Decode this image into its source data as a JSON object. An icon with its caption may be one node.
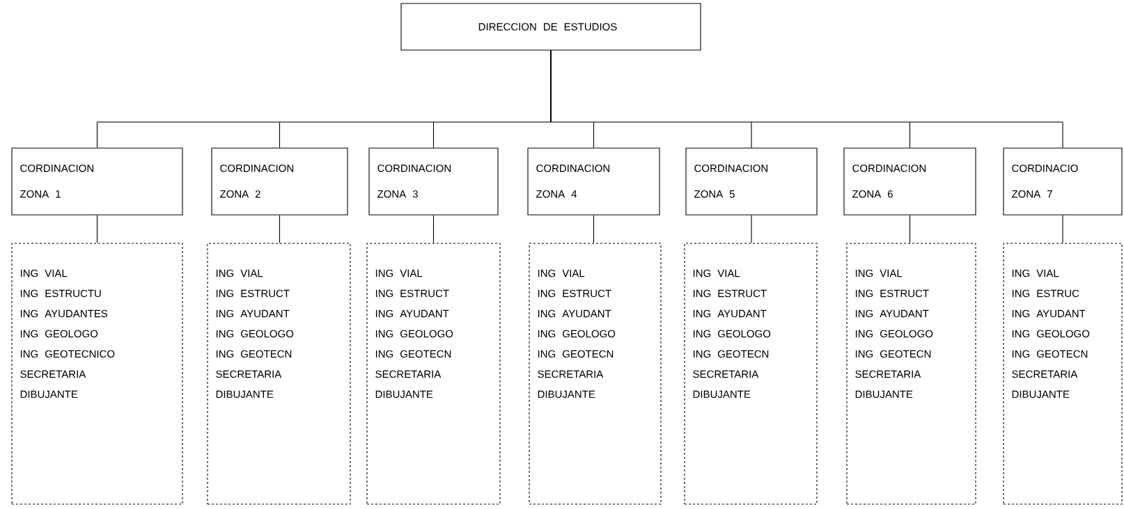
{
  "diagram": {
    "nodes": [
      {
        "text": [
          "DIRECCION DE ESTUDIOS"
        ]
      },
      {
        "text": [
          "CORDINACION",
          "ZONA 1"
        ]
      },
      {
        "text": [
          "CORDINACION",
          "ZONA 2"
        ]
      },
      {
        "text": [
          "CORDINACION",
          "ZONA 3"
        ]
      },
      {
        "text": [
          "CORDINACION",
          "ZONA 4"
        ]
      },
      {
        "text": [
          "CORDINACION",
          "ZONA 5"
        ]
      },
      {
        "text": [
          "CORDINACION",
          "ZONA 6"
        ]
      },
      {
        "text": [
          "CORDINACIO",
          "ZONA 7"
        ]
      },
      {
        "text": [
          "ING VIAL",
          "ING ESTRUCTU",
          "ING AYUDANTES",
          "ING GEOLOGO",
          "ING GEOTECNICO",
          "SECRETARIA",
          "DIBUJANTE"
        ]
      },
      {
        "text": [
          "ING VIAL",
          "ING ESTRUCT",
          "ING AYUDANT",
          "ING GEOLOGO",
          "ING GEOTECN",
          "SECRETARIA",
          "DIBUJANTE"
        ]
      },
      {
        "text": [
          "ING VIAL",
          "ING ESTRUCT",
          "ING AYUDANT",
          "ING GEOLOGO",
          "ING GEOTECN",
          "SECRETARIA",
          "DIBUJANTE"
        ]
      },
      {
        "text": [
          "ING VIAL",
          "ING ESTRUCT",
          "ING AYUDANT",
          "ING GEOLOGO",
          "ING GEOTECN",
          "SECRETARIA",
          "DIBUJANTE"
        ]
      },
      {
        "text": [
          "ING VIAL",
          "ING ESTRUCT",
          "ING AYUDANT",
          "ING GEOLOGO",
          "ING GEOTECN",
          "SECRETARIA",
          "DIBUJANTE"
        ]
      },
      {
        "text": [
          "ING VIAL",
          "ING ESTRUCT",
          "ING AYUDANT",
          "ING GEOLOGO",
          "ING GEOTECN",
          "SECRETARIA",
          "DIBUJANTE"
        ]
      },
      {
        "text": [
          "ING VIAL",
          "ING ESTRUC",
          "ING AYUDANT",
          "ING GEOLOGO",
          "ING GEOTECN",
          "SECRETARIA",
          "DIBUJANTE"
        ]
      }
    ],
    "edges": [
      {
        "from": 0,
        "to": 1,
        "arrow": "none"
      },
      {
        "from": 0,
        "to": 2,
        "arrow": "none"
      },
      {
        "from": 0,
        "to": 3,
        "arrow": "none"
      },
      {
        "from": 0,
        "to": 4,
        "arrow": "none"
      },
      {
        "from": 0,
        "to": 5,
        "arrow": "none"
      },
      {
        "from": 0,
        "to": 6,
        "arrow": "none"
      },
      {
        "from": 0,
        "to": 7,
        "arrow": "none"
      },
      {
        "from": 1,
        "to": 8,
        "arrow": "none"
      },
      {
        "from": 2,
        "to": 9,
        "arrow": "none"
      },
      {
        "from": 3,
        "to": 10,
        "arrow": "none"
      },
      {
        "from": 4,
        "to": 11,
        "arrow": "none"
      },
      {
        "from": 5,
        "to": 12,
        "arrow": "none"
      },
      {
        "from": 6,
        "to": 13,
        "arrow": "none"
      },
      {
        "from": 7,
        "to": 14,
        "arrow": "none"
      }
    ]
  }
}
